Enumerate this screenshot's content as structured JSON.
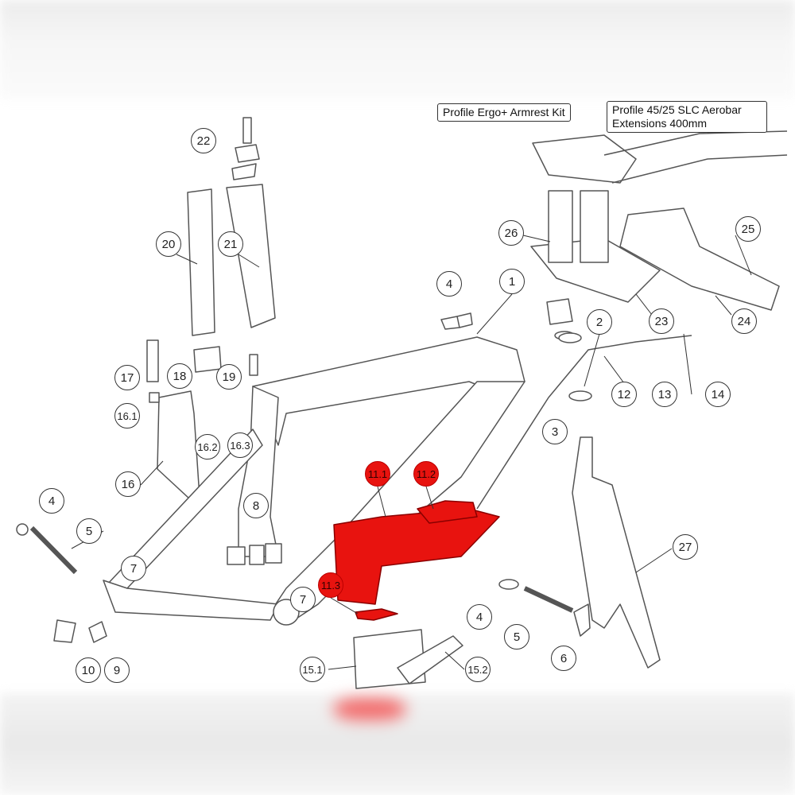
{
  "kits": {
    "armrest": "Profile Ergo+ Armrest Kit",
    "aerobar": "Profile 45/25 SLC Aerobar Extensions 400mm"
  },
  "callouts": [
    "22",
    "20",
    "21",
    "17",
    "18",
    "19",
    "16.1",
    "16.2",
    "16.3",
    "16",
    "4",
    "1",
    "2",
    "26",
    "25",
    "23",
    "24",
    "12",
    "13",
    "14",
    "3",
    "27",
    "11.1",
    "11.2",
    "11.3",
    "8",
    "7",
    "7",
    "4",
    "5",
    "10",
    "9",
    "15.1",
    "15.2",
    "4",
    "5",
    "6"
  ],
  "colors": {
    "highlight": "#e8130f",
    "line": "#333333"
  }
}
